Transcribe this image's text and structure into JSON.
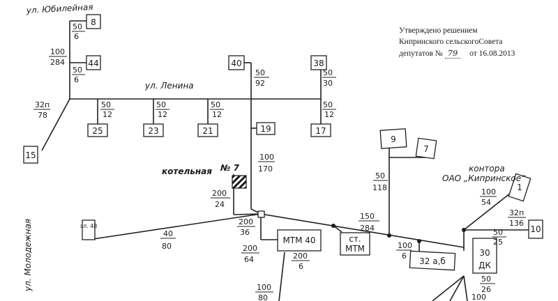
{
  "approval": {
    "line1": "Утверждено решением",
    "line2": "Кипринского сельскогоСовета",
    "line3_prefix": "депутатов №",
    "decision_number": "79",
    "line3_date": "от 16.08.2013"
  },
  "streets": {
    "yubileynaya": "ул. Юбилейная",
    "lenina": "ул. Ленина",
    "molodezhnaya": "ул. Молодежная"
  },
  "facilities": {
    "boiler_label": "котельная",
    "boiler_number": "№ 7",
    "office_line1": "контора",
    "office_line2": "ОАО „Кипринское“"
  },
  "buildings": {
    "b8": "8",
    "b44": "44",
    "b40": "40",
    "b38": "38",
    "b25": "25",
    "b23": "23",
    "b21": "21",
    "b17": "17",
    "b19": "19",
    "b15": "15",
    "b9": "9",
    "b7": "7",
    "b1": "1",
    "b10": "10",
    "b_left": "эл. 48",
    "mtm40": "МТМ 40",
    "st_mtm_1": "ст.",
    "st_mtm_2": "МТМ",
    "b32": "32 а,б",
    "b30_1": "30",
    "b30_2": "ДК"
  },
  "pipes": {
    "p1": [
      "50",
      "6"
    ],
    "p2": [
      "100",
      "284"
    ],
    "p3": [
      "50",
      "6"
    ],
    "p4": [
      "32п",
      "78"
    ],
    "p5": [
      "50",
      "92"
    ],
    "p6": [
      "50",
      "30"
    ],
    "p7": [
      "50",
      "12"
    ],
    "p8": [
      "50",
      "12"
    ],
    "p9": [
      "50",
      "12"
    ],
    "p10": [
      "50",
      "12"
    ],
    "p11": [
      "100",
      "170"
    ],
    "p12": [
      "200",
      "24"
    ],
    "p13": [
      "40",
      "80"
    ],
    "p14": [
      "200",
      "36"
    ],
    "p15": [
      "200",
      "64"
    ],
    "p16": [
      "200",
      "6"
    ],
    "p17": [
      "150",
      "284"
    ],
    "p18": [
      "50",
      "118"
    ],
    "p19": [
      "100",
      "54"
    ],
    "p20": [
      "32п",
      "136"
    ],
    "p21": [
      "100",
      "6"
    ],
    "p22": [
      "50",
      "25"
    ],
    "p23": [
      "50",
      "26"
    ],
    "p24": [
      "100",
      "80"
    ],
    "p25": [
      "100",
      ""
    ]
  }
}
